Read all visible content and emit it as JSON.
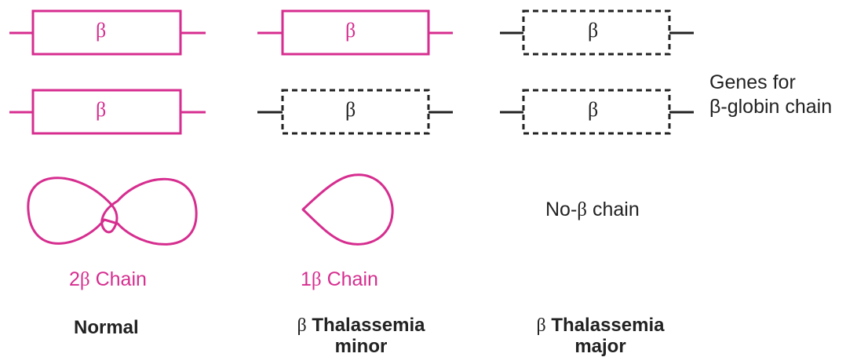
{
  "colors": {
    "functional": "#d62d8f",
    "deleted": "#222222",
    "text": "#111111"
  },
  "gene_label": "β",
  "side_label": {
    "line1": "Genes for",
    "line2": "β-globin chain"
  },
  "columns": [
    {
      "genes": [
        "functional",
        "functional"
      ],
      "chain_label": "2β Chain",
      "chain_prefix": "2",
      "condition_line1": "Normal",
      "condition_line2": ""
    },
    {
      "genes": [
        "functional",
        "deleted"
      ],
      "chain_label": "1β Chain",
      "chain_prefix": "1",
      "condition_line1": "Thalassemia",
      "condition_line2": "minor"
    },
    {
      "genes": [
        "deleted",
        "deleted"
      ],
      "chain_label": "No-β chain",
      "chain_prefix": "No-",
      "condition_line1": "Thalassemia",
      "condition_line2": "major"
    }
  ],
  "condition_prefix": "β",
  "chain_suffix": " Chain",
  "no_chain_suffix": " chain"
}
